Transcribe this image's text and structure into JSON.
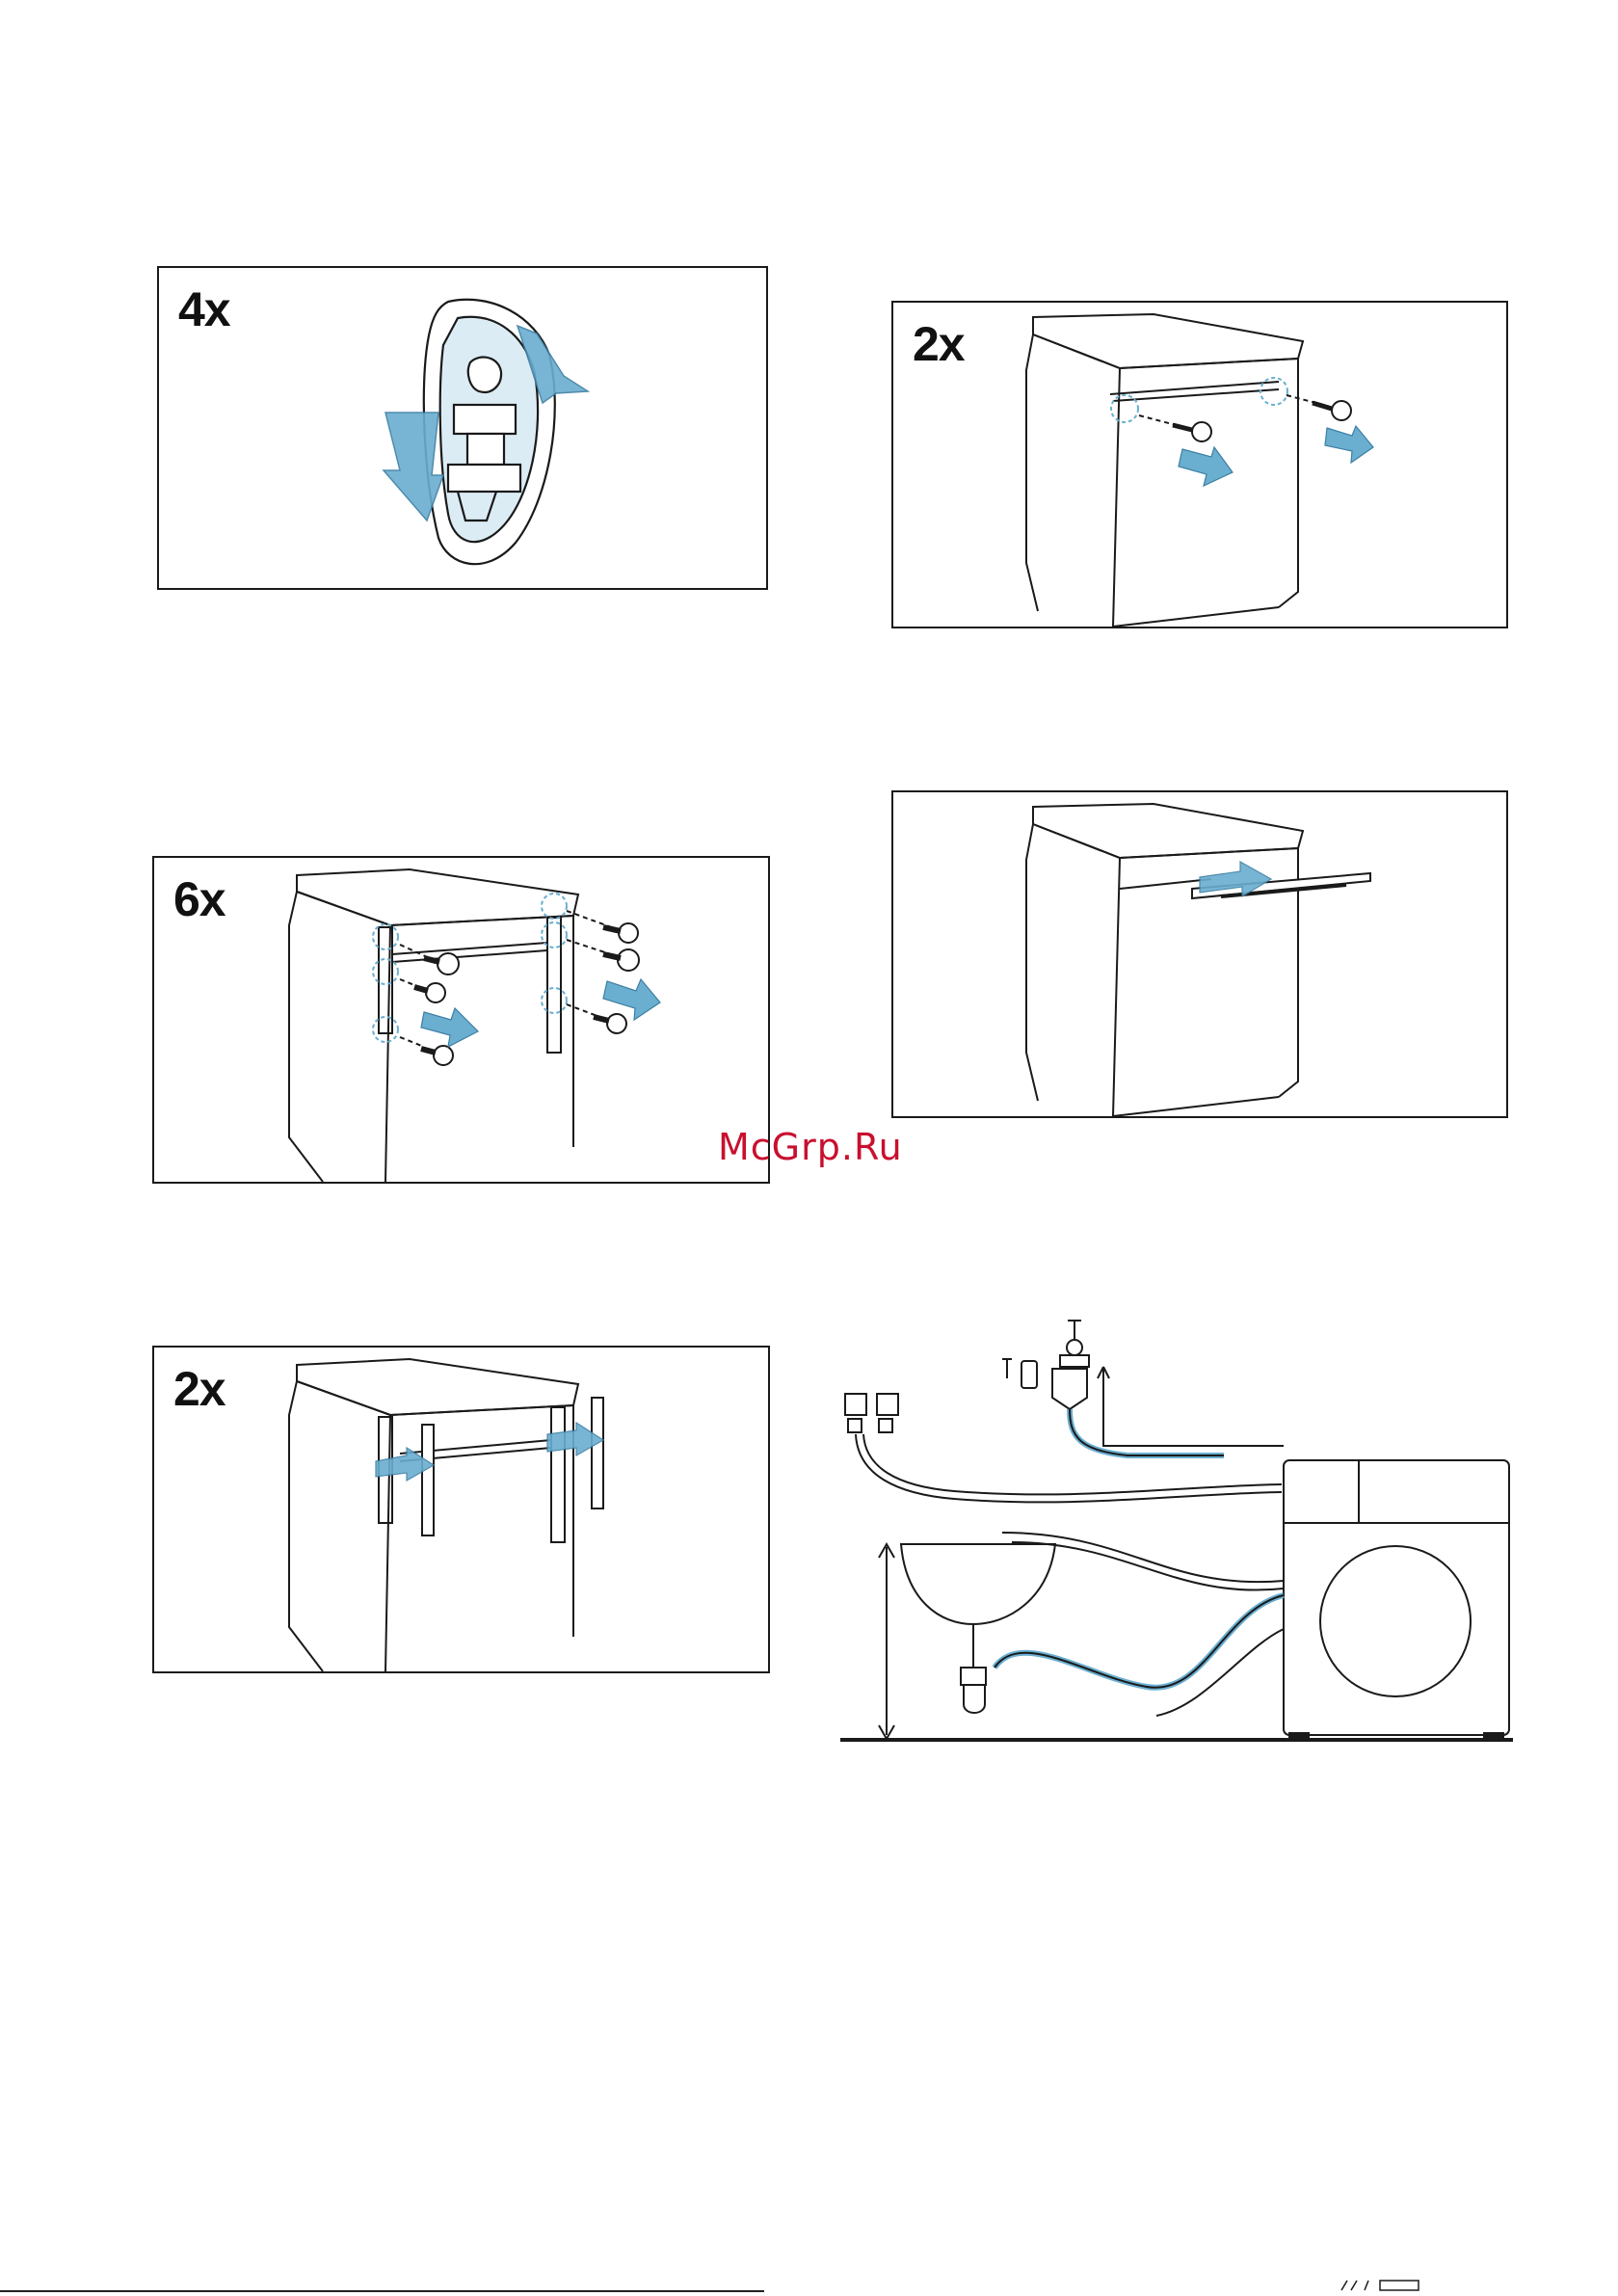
{
  "panels": {
    "foot": {
      "count": "4x"
    },
    "rear_screws": {
      "count": "2x"
    },
    "transport_bolts": {
      "count": "6x"
    },
    "bracket_rail": {
      "count": ""
    },
    "brackets": {
      "count": "2x"
    }
  },
  "watermark": {
    "text": "McGrp.Ru"
  },
  "colors": {
    "accent": "#6aaed0",
    "line": "#1a1a1a",
    "watermark": "#c8102e"
  }
}
